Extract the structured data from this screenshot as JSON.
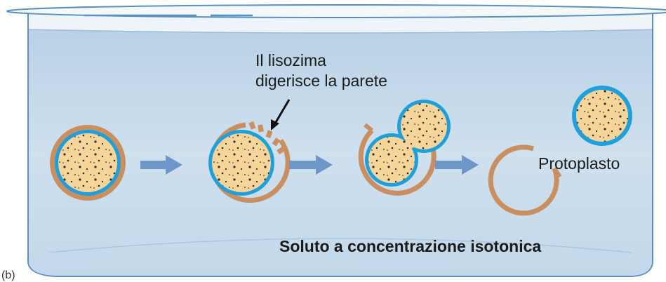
{
  "labels": {
    "lysozyme_line1": "Il lisozima",
    "lysozyme_line2": "digerisce la parete",
    "protoplast": "Protoplasto",
    "solution": "Soluto a concentrazione isotonica",
    "panel_letter": "(b)"
  },
  "stages": [
    "intact-cell",
    "cell-wall-being-digested",
    "protoplast-emerging",
    "empty-cell-wall"
  ],
  "colors": {
    "water": "#c4d9ea",
    "beaker_outline": "#5a8fc4",
    "cell_wall": "#c98f60",
    "membrane": "#1ea0dc",
    "cytoplasm": "#f6d49a",
    "arrow": "#6e96c8"
  }
}
